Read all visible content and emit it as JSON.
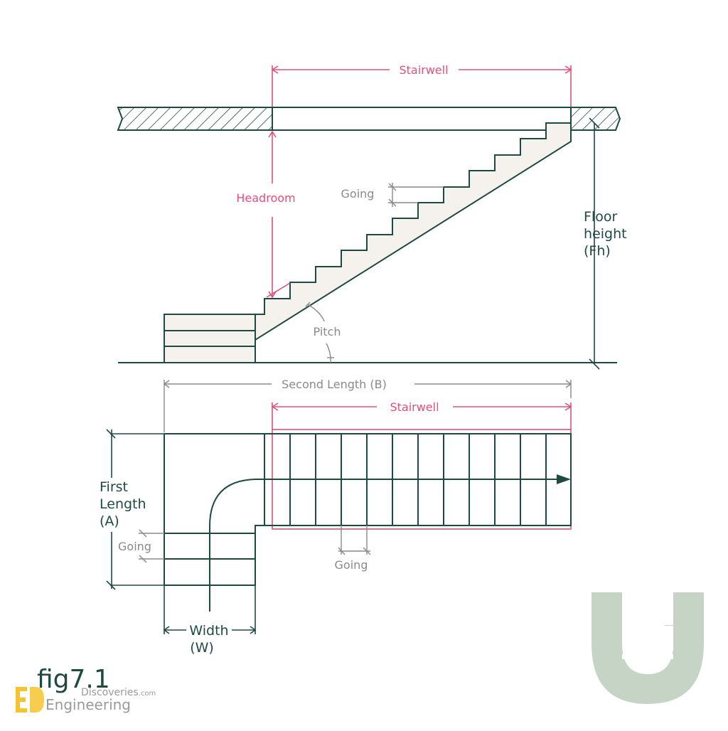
{
  "labels": {
    "stairwell_top": "Stairwell",
    "headroom": "Headroom",
    "going_elevation": "Going",
    "floor_height_1": "Floor",
    "floor_height_2": "height",
    "floor_height_3": "(Fh)",
    "pitch": "Pitch",
    "second_length": "Second Length (B)",
    "stairwell_plan": "Stairwell",
    "first_length_1": "First",
    "first_length_2": "Length",
    "first_length_3": "(A)",
    "going_plan_left": "Going",
    "going_plan_bottom": "Going",
    "width_1": "Width",
    "width_2": "(W)"
  },
  "figure": {
    "caption": "fig7.1"
  },
  "brand": {
    "line1": "Discoveries",
    "line1_suffix": ".com",
    "line2": "Engineering"
  },
  "colors": {
    "line": "#1f4a44",
    "accent": "#e0507a",
    "dimension": "#8a8a8a",
    "step_fill": "#f5f2ee",
    "watermark": "#c6d4c6"
  }
}
